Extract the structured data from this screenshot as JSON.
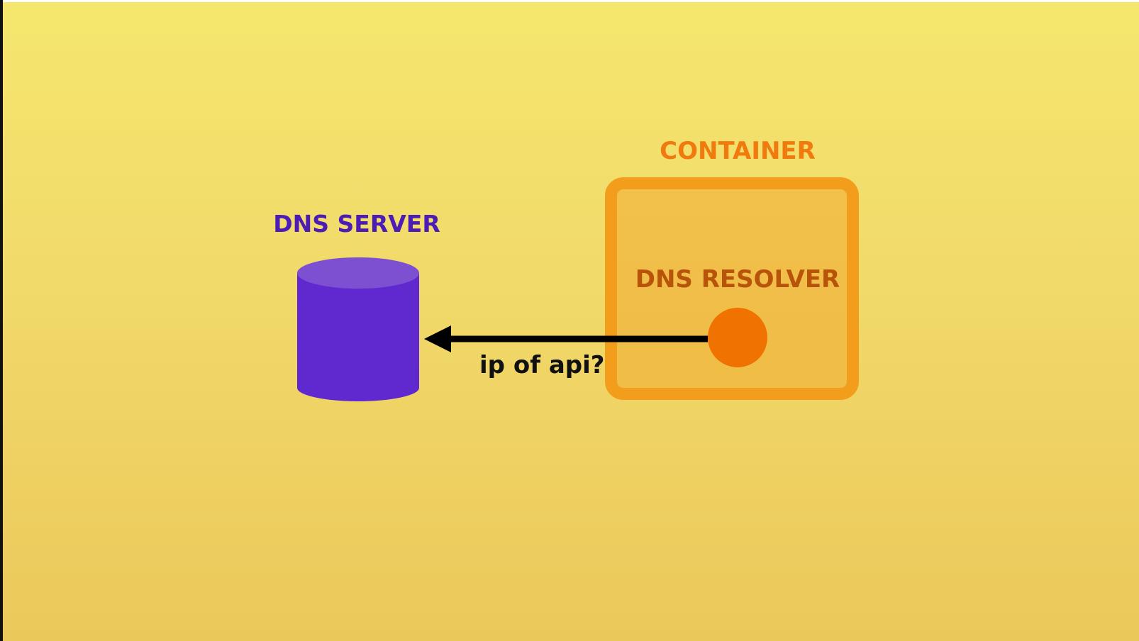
{
  "diagram": {
    "dns_server": {
      "label": "DNS SERVER",
      "icon": "database-cylinder-icon",
      "color": "#5f29cf"
    },
    "container": {
      "label": "CONTAINER",
      "color": "#f39d1c",
      "resolver": {
        "label": "DNS RESOLVER",
        "node_color": "#f07200"
      }
    },
    "request": {
      "label": "ip of api?",
      "direction": "resolver-to-server",
      "color": "#000000"
    },
    "background_color": "#f2dc6a"
  }
}
